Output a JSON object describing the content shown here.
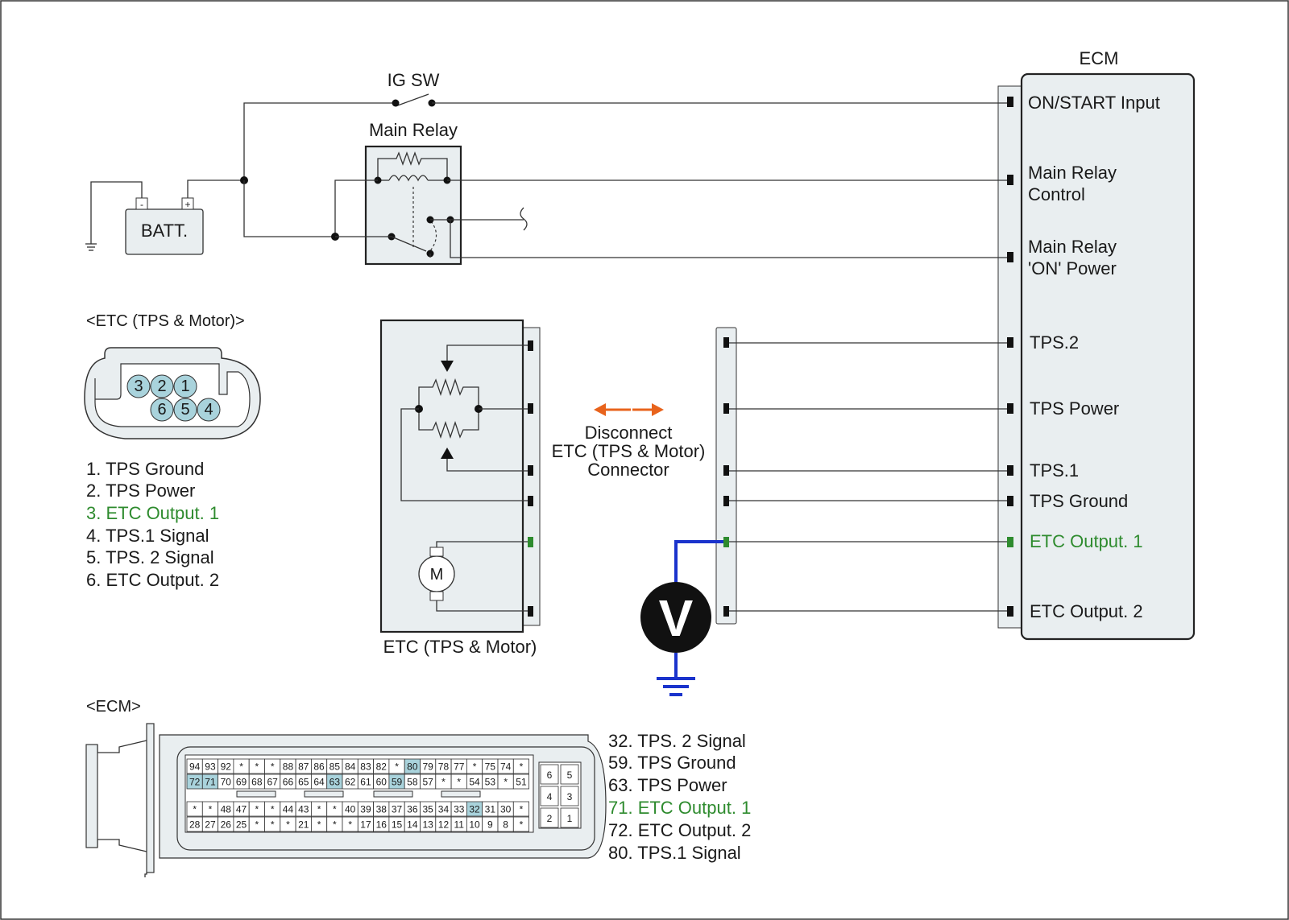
{
  "ecm_title": "ECM",
  "ecm_pins": [
    {
      "label": "ON/START Input",
      "color": "#1a1a1a"
    },
    {
      "label": "Main Relay",
      "label2": "Control",
      "color": "#1a1a1a"
    },
    {
      "label": "Main Relay",
      "label2": "'ON' Power",
      "color": "#1a1a1a"
    },
    {
      "label": "TPS.2",
      "color": "#1a1a1a"
    },
    {
      "label": "TPS Power",
      "color": "#1a1a1a"
    },
    {
      "label": "TPS.1",
      "color": "#1a1a1a"
    },
    {
      "label": "TPS Ground",
      "color": "#1a1a1a"
    },
    {
      "label": "ETC Output. 1",
      "color": "#2e8b2e"
    },
    {
      "label": "ETC Output. 2",
      "color": "#1a1a1a"
    }
  ],
  "ig_sw_label": "IG SW",
  "main_relay_label": "Main Relay",
  "battery_label": "BATT.",
  "battery_neg": "-",
  "battery_pos": "+",
  "etc_connector_title": "<ETC (TPS & Motor)>",
  "etc_connector_pins": [
    "3",
    "2",
    "1",
    "6",
    "5",
    "4"
  ],
  "etc_pin_list": [
    {
      "text": "1. TPS Ground",
      "highlight": false
    },
    {
      "text": "2. TPS Power",
      "highlight": false
    },
    {
      "text": "3. ETC Output. 1",
      "highlight": true
    },
    {
      "text": "4. TPS.1 Signal",
      "highlight": false
    },
    {
      "text": "5. TPS. 2 Signal",
      "highlight": false
    },
    {
      "text": "6. ETC Output. 2",
      "highlight": false
    }
  ],
  "etc_component_label": "ETC (TPS & Motor)",
  "motor_label": "M",
  "disconnect_text": [
    "Disconnect",
    "ETC (TPS & Motor)",
    "Connector"
  ],
  "voltmeter_label": "V",
  "ecm_connector_title": "<ECM>",
  "ecm_row1": [
    "94",
    "93",
    "92",
    "*",
    "*",
    "*",
    "88",
    "87",
    "86",
    "85",
    "84",
    "83",
    "82",
    "*",
    "80",
    "79",
    "78",
    "77",
    "*",
    "75",
    "74",
    "*"
  ],
  "ecm_row2": [
    "72",
    "71",
    "70",
    "69",
    "68",
    "67",
    "66",
    "65",
    "64",
    "63",
    "62",
    "61",
    "60",
    "59",
    "58",
    "57",
    "*",
    "*",
    "54",
    "53",
    "*",
    "51"
  ],
  "ecm_row3": [
    "*",
    "*",
    "48",
    "47",
    "*",
    "*",
    "44",
    "43",
    "*",
    "*",
    "40",
    "39",
    "38",
    "37",
    "36",
    "35",
    "34",
    "33",
    "32",
    "31",
    "30",
    "*"
  ],
  "ecm_row4": [
    "28",
    "27",
    "26",
    "25",
    "*",
    "*",
    "*",
    "21",
    "*",
    "*",
    "*",
    "17",
    "16",
    "15",
    "14",
    "13",
    "12",
    "11",
    "10",
    "9",
    "8",
    "*"
  ],
  "ecm_highlight_pins": [
    "80",
    "72",
    "71",
    "63",
    "59",
    "32"
  ],
  "ecm_small_block": [
    "6",
    "5",
    "4",
    "3",
    "2",
    "1"
  ],
  "ecm_pin_list": [
    {
      "text": "32. TPS. 2 Signal",
      "highlight": false
    },
    {
      "text": "59. TPS Ground",
      "highlight": false
    },
    {
      "text": "63. TPS Power",
      "highlight": false
    },
    {
      "text": "71. ETC Output. 1",
      "highlight": true
    },
    {
      "text": "72. ETC Output. 2",
      "highlight": false
    },
    {
      "text": "80. TPS.1 Signal",
      "highlight": false
    }
  ],
  "colors": {
    "highlight_text": "#2e8b2e",
    "probe_wire": "#1a33cc",
    "arrow": "#e8631c",
    "pin_highlight": "#a9d3dc",
    "panel_fill": "#e9eef0"
  }
}
